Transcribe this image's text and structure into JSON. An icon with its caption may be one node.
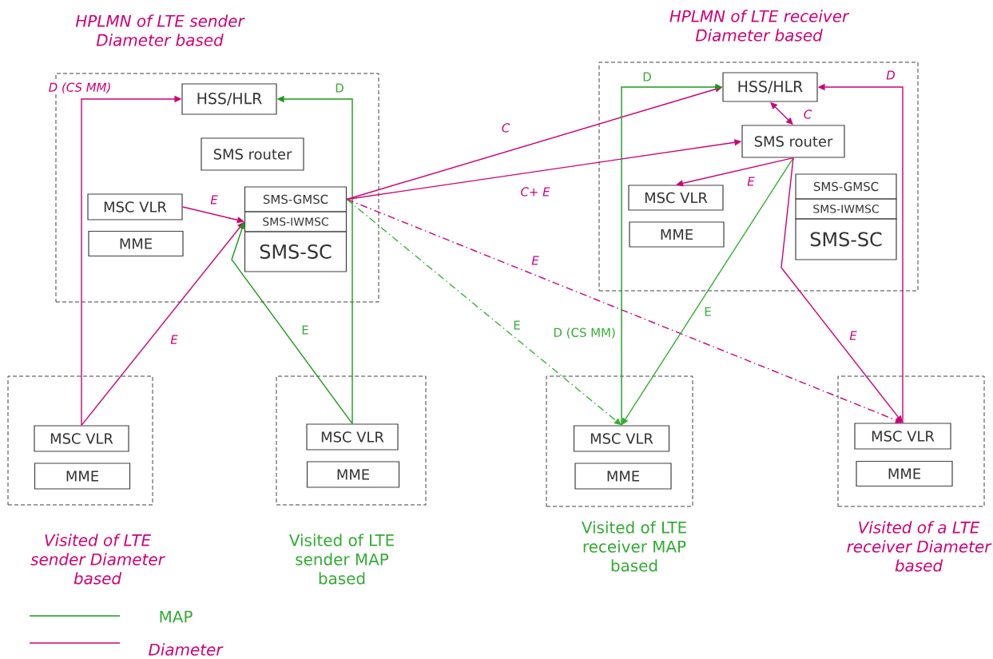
{
  "diagram": {
    "nodes": [
      {
        "text": [
          "HPLMN of LTE sender Diameter based"
        ]
      },
      {
        "text": [
          "HSS/HLR"
        ],
        "in": 0
      },
      {
        "text": [
          "SMS router"
        ],
        "in": 0
      },
      {
        "text": [
          "MSC VLR"
        ],
        "in": 0
      },
      {
        "text": [
          "MME"
        ],
        "in": 0
      },
      {
        "text": [
          "SMS-GMSC"
        ],
        "in": 0
      },
      {
        "text": [
          "SMS-IWMSC"
        ],
        "in": 0
      },
      {
        "text": [
          "SMS-SC"
        ],
        "in": 0
      },
      {
        "text": [
          "HPLMN of LTE receiver Diameter based"
        ]
      },
      {
        "text": [
          "HSS/HLR"
        ],
        "in": 8
      },
      {
        "text": [
          "SMS router"
        ],
        "in": 8
      },
      {
        "text": [
          "MSC VLR"
        ],
        "in": 8
      },
      {
        "text": [
          "MME"
        ],
        "in": 8
      },
      {
        "text": [
          "SMS-GMSC"
        ],
        "in": 8
      },
      {
        "text": [
          "SMS-IWMSC"
        ],
        "in": 8
      },
      {
        "text": [
          "SMS-SC"
        ],
        "in": 8
      },
      {
        "text": [
          "Visited of LTE sender Diameter based"
        ]
      },
      {
        "text": [
          "MSC VLR"
        ],
        "in": 16
      },
      {
        "text": [
          "MME"
        ],
        "in": 16
      },
      {
        "text": [
          "Visited of LTE sender MAP based"
        ]
      },
      {
        "text": [
          "MSC VLR"
        ],
        "in": 19
      },
      {
        "text": [
          "MME"
        ],
        "in": 19
      },
      {
        "text": [
          "Visited of LTE receiver MAP based"
        ]
      },
      {
        "text": [
          "MSC VLR"
        ],
        "in": 22
      },
      {
        "text": [
          "MME"
        ],
        "in": 22
      },
      {
        "text": [
          "Visited of a LTE receiver Diameter based"
        ]
      },
      {
        "text": [
          "MSC VLR"
        ],
        "in": 25
      },
      {
        "text": [
          "MME"
        ],
        "in": 25
      }
    ],
    "edges": [
      {
        "from": 17,
        "to": 1,
        "arrow": "to",
        "label": "D (CS MM)"
      },
      {
        "from": 17,
        "to": 6,
        "arrow": "to",
        "label": "E"
      },
      {
        "from": 3,
        "to": 6,
        "arrow": "to",
        "label": "E"
      },
      {
        "from": 20,
        "to": 1,
        "arrow": "to",
        "label": "D",
        "color": "#1a9a1a"
      },
      {
        "from": 20,
        "to": 6,
        "arrow": "to",
        "label": "E",
        "color": "#1a9a1a"
      },
      {
        "from": 5,
        "to": 9,
        "arrow": "to",
        "label": "C"
      },
      {
        "from": 5,
        "to": 10,
        "arrow": "to",
        "label": "C+ E"
      },
      {
        "from": 5,
        "to": 26,
        "arrow": "to",
        "label": "E",
        "style": "dashed"
      },
      {
        "from": 5,
        "to": 23,
        "arrow": "to",
        "label": "E",
        "style": "dashed",
        "color": "#33b033"
      },
      {
        "from": 9,
        "to": 10,
        "arrow": "both",
        "label": "C"
      },
      {
        "from": 10,
        "to": 11,
        "arrow": "to",
        "label": "E"
      },
      {
        "from": 10,
        "to": 23,
        "arrow": "to",
        "label": "E",
        "color": "#33b033"
      },
      {
        "from": 10,
        "to": 26,
        "arrow": "to",
        "label": "E"
      },
      {
        "from": 23,
        "to": 9,
        "arrow": "to",
        "label": "D",
        "color": "#1a9a1a"
      },
      {
        "from": 26,
        "to": 9,
        "arrow": "to",
        "label": "D"
      }
    ],
    "labels": [
      "D (CS MM)"
    ],
    "legend": [
      {
        "text": "MAP"
      },
      {
        "text": "Diameter"
      }
    ]
  }
}
